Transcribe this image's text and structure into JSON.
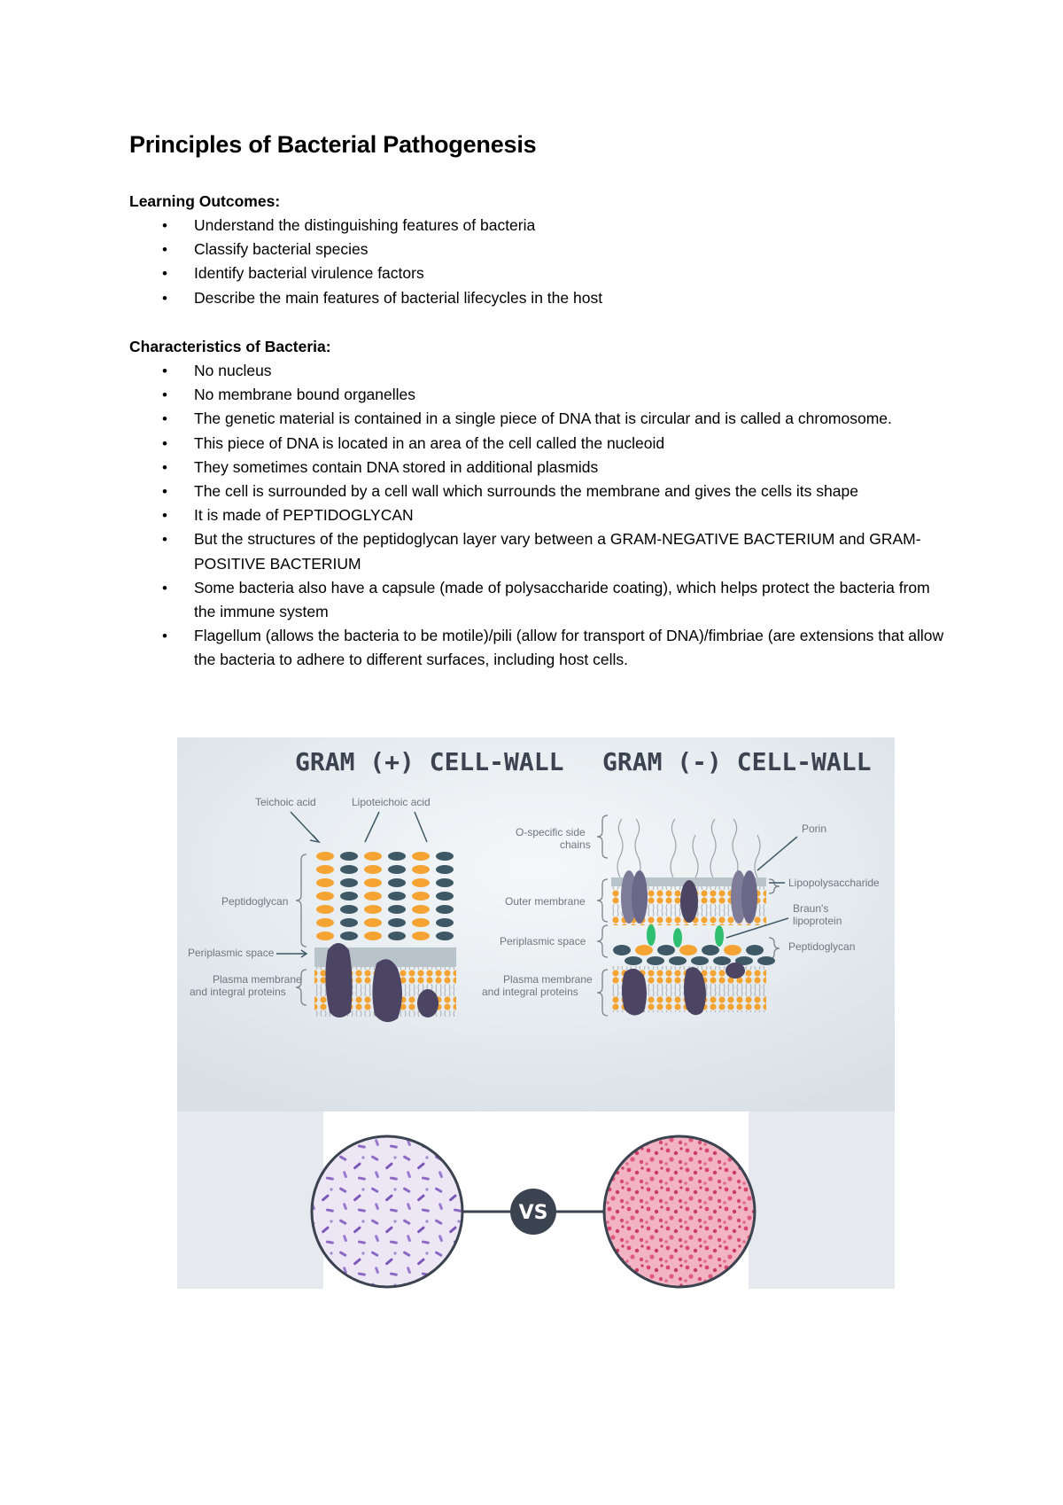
{
  "document": {
    "title": "Principles of Bacterial Pathogenesis"
  },
  "learning_outcomes": {
    "heading": "Learning Outcomes:",
    "items": [
      "Understand the distinguishing features of bacteria",
      "Classify bacterial species",
      "Identify bacterial virulence factors",
      "Describe the main features of bacterial lifecycles in the host"
    ]
  },
  "characteristics": {
    "heading": "Characteristics of Bacteria:",
    "items": [
      "No nucleus",
      "No membrane bound organelles",
      "The genetic material is contained in a single piece of DNA that is circular and is called a chromosome.",
      "This piece of DNA is located in an area of the cell called the nucleoid",
      "They sometimes contain DNA stored in additional plasmids",
      "The cell is surrounded by a cell wall which surrounds the membrane and gives the cells its shape",
      "It is made of PEPTIDOGLYCAN",
      "But the structures of the peptidoglycan layer vary between a GRAM-NEGATIVE BACTERIUM and GRAM-POSITIVE BACTERIUM",
      "Some bacteria also have a capsule (made of polysaccharide coating), which helps protect the bacteria from the immune system",
      "Flagellum (allows the bacteria to be motile)/pili (allow for transport of DNA)/fimbriae (are extensions that allow the bacteria to adhere to different surfaces, including host cells."
    ]
  },
  "bullet_glyph": "•",
  "figure": {
    "gram_positive": {
      "title": "GRAM (+) CELL-WALL",
      "labels": {
        "teichoic": "Teichoic acid",
        "lipoteichoic": "Lipoteichoic acid",
        "peptidoglycan": "Peptidoglycan",
        "periplasmic": "Periplasmic space",
        "plasma_1": "Plasma membrane",
        "plasma_2": "and integral proteins"
      }
    },
    "gram_negative": {
      "title": "GRAM (-) CELL-WALL",
      "labels": {
        "o_specific_1": "O-specific side",
        "o_specific_2": "chains",
        "outer_membrane": "Outer membrane",
        "periplasmic": "Periplasmic space",
        "plasma_1": "Plasma membrane",
        "plasma_2": "and integral proteins",
        "porin": "Porin",
        "lps": "Lipopolysaccharide",
        "brauns_1": "Braun's",
        "brauns_2": "lipoprotein",
        "peptidoglycan": "Peptidoglycan"
      }
    },
    "vs_label": "VS",
    "colors": {
      "orange": "#f5a433",
      "slate": "#3f5866",
      "purple": "#4b4463",
      "green": "#2fbf71",
      "bg": "#dfe5ea",
      "pink": "#e0597e",
      "violet": "#8b69c5"
    }
  }
}
